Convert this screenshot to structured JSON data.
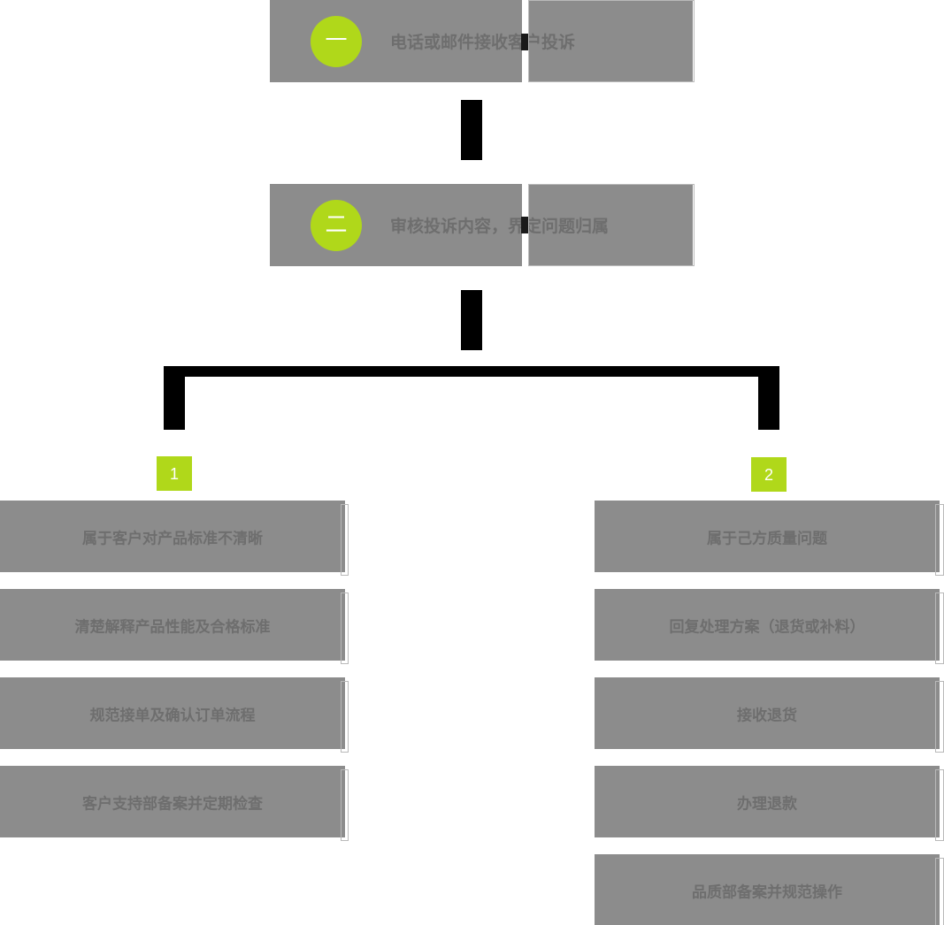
{
  "theme": {
    "page_background": "#ffffff",
    "card_fill": "#8c8c8c",
    "card_outline": "#b9b9b9",
    "text_color": "#6e6e6e",
    "accent_green": "#b0d81a",
    "connector_color": "#000000",
    "badge_text_color": "#ffffff"
  },
  "flow": {
    "steps": [
      {
        "marker": "一",
        "label": "电话或邮件接收客户投诉"
      },
      {
        "marker": "二",
        "label": "审核投诉内容，界定问题归属"
      }
    ],
    "branches": [
      {
        "badge": "1",
        "cards": [
          {
            "label": "属于客户对产品标准不清晰"
          },
          {
            "label": "清楚解释产品性能及合格标准"
          },
          {
            "label": "规范接单及确认订单流程"
          },
          {
            "label": "客户支持部备案并定期检查"
          }
        ]
      },
      {
        "badge": "2",
        "cards": [
          {
            "label": "属于己方质量问题"
          },
          {
            "label": "回复处理方案（退货或补料）"
          },
          {
            "label": "接收退货"
          },
          {
            "label": "办理退款"
          },
          {
            "label": "品质部备案并规范操作"
          }
        ]
      }
    ]
  }
}
